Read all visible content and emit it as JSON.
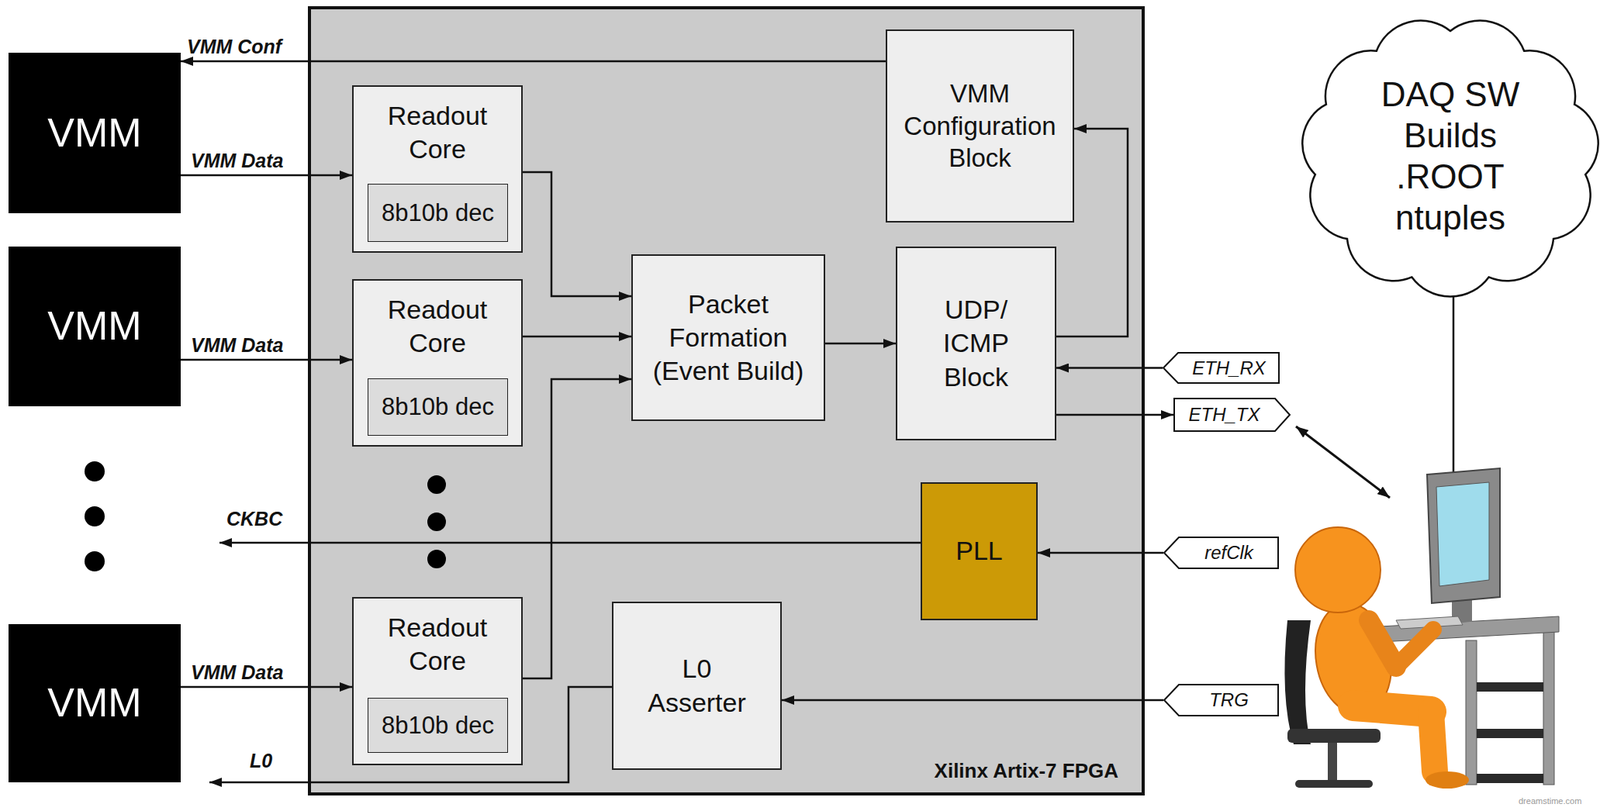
{
  "diagram": {
    "nodes": [
      {
        "text": [
          "VMM"
        ]
      },
      {
        "text": [
          "VMM"
        ]
      },
      {
        "text": [
          "VMM"
        ]
      },
      {
        "text": [
          "Xilinx Artix-7 FPGA"
        ]
      },
      {
        "text": [
          "Readout Core"
        ],
        "in": 3
      },
      {
        "text": [
          "8b10b dec"
        ],
        "in": 4
      },
      {
        "text": [
          "Readout Core"
        ],
        "in": 3
      },
      {
        "text": [
          "8b10b dec"
        ],
        "in": 6
      },
      {
        "text": [
          "Readout Core"
        ],
        "in": 3
      },
      {
        "text": [
          "8b10b dec"
        ],
        "in": 8
      },
      {
        "text": [
          "Packet Formation (Event Build)"
        ],
        "in": 3
      },
      {
        "text": [
          "VMM Configuration Block"
        ],
        "in": 3
      },
      {
        "text": [
          "UDP/ ICMP Block"
        ],
        "in": 3
      },
      {
        "text": [
          "PLL"
        ],
        "in": 3
      },
      {
        "text": [
          "L0 Asserter"
        ],
        "in": 3
      },
      {
        "text": [
          "ETH_RX"
        ]
      },
      {
        "text": [
          "ETH_TX"
        ]
      },
      {
        "text": [
          "refClk"
        ]
      },
      {
        "text": [
          "TRG"
        ]
      },
      {
        "text": [
          "DAQ SW Builds .ROOT ntuples"
        ]
      }
    ],
    "edges": [
      {
        "from": 0,
        "to": 4,
        "arrow": "to",
        "label": "VMM Data"
      },
      {
        "from": 1,
        "to": 6,
        "arrow": "to",
        "label": "VMM Data"
      },
      {
        "from": 2,
        "to": 8,
        "arrow": "to",
        "label": "VMM Data"
      },
      {
        "from": 4,
        "to": 10,
        "arrow": "to"
      },
      {
        "from": 6,
        "to": 10,
        "arrow": "to"
      },
      {
        "from": 8,
        "to": 10,
        "arrow": "to"
      },
      {
        "from": 10,
        "to": 12,
        "arrow": "to"
      },
      {
        "from": 12,
        "to": 11,
        "arrow": "to"
      },
      {
        "from": 11,
        "to": 0,
        "arrow": "to",
        "label": "VMM Conf"
      },
      {
        "from": 15,
        "to": 12,
        "arrow": "to"
      },
      {
        "from": 12,
        "to": 16,
        "arrow": "to"
      },
      {
        "from": 17,
        "to": 13,
        "arrow": "to"
      },
      {
        "from": 18,
        "to": 14,
        "arrow": "to"
      }
    ],
    "labels": [
      "CKBC",
      "L0",
      "dreamstime.com"
    ]
  }
}
